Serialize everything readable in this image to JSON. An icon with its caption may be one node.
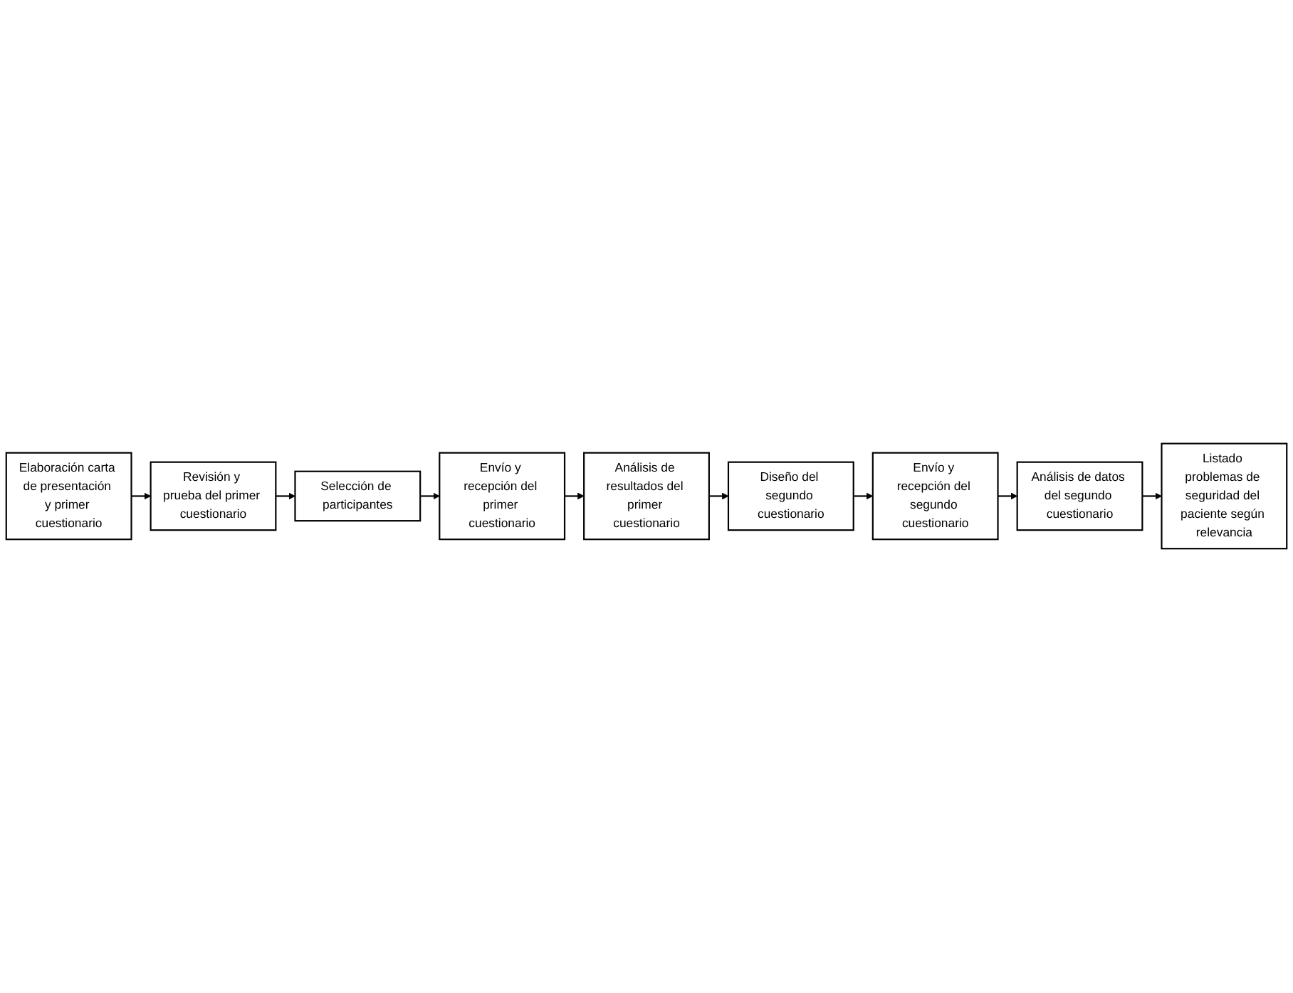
{
  "diagram": {
    "nodes": [
      {
        "text": [
          "Elaboración carta de presentación y primer cuestionario"
        ]
      },
      {
        "text": [
          "Revisión y prueba del primer cuestionario"
        ]
      },
      {
        "text": [
          "Selección de participantes"
        ]
      },
      {
        "text": [
          "Envío y recepción del primer cuestionario"
        ]
      },
      {
        "text": [
          "Análisis de resultados del primer cuestionario"
        ]
      },
      {
        "text": [
          "Diseño del segundo cuestionario"
        ]
      },
      {
        "text": [
          "Envío y recepción del segundo cuestionario"
        ]
      },
      {
        "text": [
          "Análisis de datos del segundo cuestionario"
        ]
      },
      {
        "text": [
          "Listado problemas de seguridad del paciente según relevancia"
        ]
      }
    ],
    "edges": [
      {
        "from": 0,
        "to": 1,
        "arrow": "to"
      },
      {
        "from": 1,
        "to": 2,
        "arrow": "to"
      },
      {
        "from": 2,
        "to": 3,
        "arrow": "to"
      },
      {
        "from": 3,
        "to": 4,
        "arrow": "to"
      },
      {
        "from": 4,
        "to": 5,
        "arrow": "to"
      },
      {
        "from": 5,
        "to": 6,
        "arrow": "to"
      },
      {
        "from": 6,
        "to": 7,
        "arrow": "to"
      },
      {
        "from": 7,
        "to": 8,
        "arrow": "to"
      }
    ]
  }
}
